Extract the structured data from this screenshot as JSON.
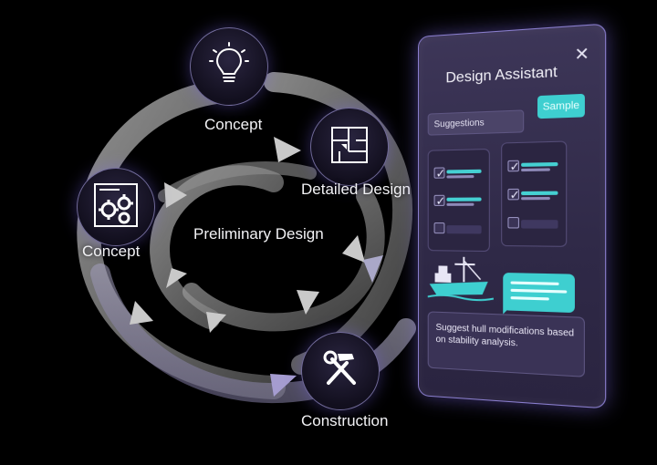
{
  "diagram": {
    "nodes": {
      "concept_top": {
        "label": "Concept",
        "icon": "lightbulb-icon"
      },
      "detailed_design": {
        "label": "Detailed Design",
        "icon": "blueprint-icon"
      },
      "concept_left": {
        "label": "Concept",
        "icon": "gears-icon"
      },
      "preliminary_design": {
        "label": "Preliminary Design"
      },
      "construction": {
        "label": "Construction",
        "icon": "hammer-wrench-icon"
      }
    }
  },
  "panel": {
    "title": "Design Assistant",
    "close_icon": "close-icon",
    "suggestions_label": "Suggestions",
    "sample_button": "Sample",
    "left_list": [
      {
        "checked": true
      },
      {
        "checked": true
      },
      {
        "checked": false
      }
    ],
    "right_list": [
      {
        "checked": true
      },
      {
        "checked": true
      },
      {
        "checked": false
      }
    ],
    "ship_icon": "ship-icon",
    "message": "Suggest hull modifications based on stability analysis.",
    "colors": {
      "accent": "#3ecfd0",
      "panel_bg": "#332c4e",
      "border": "#8b7fd0"
    }
  }
}
